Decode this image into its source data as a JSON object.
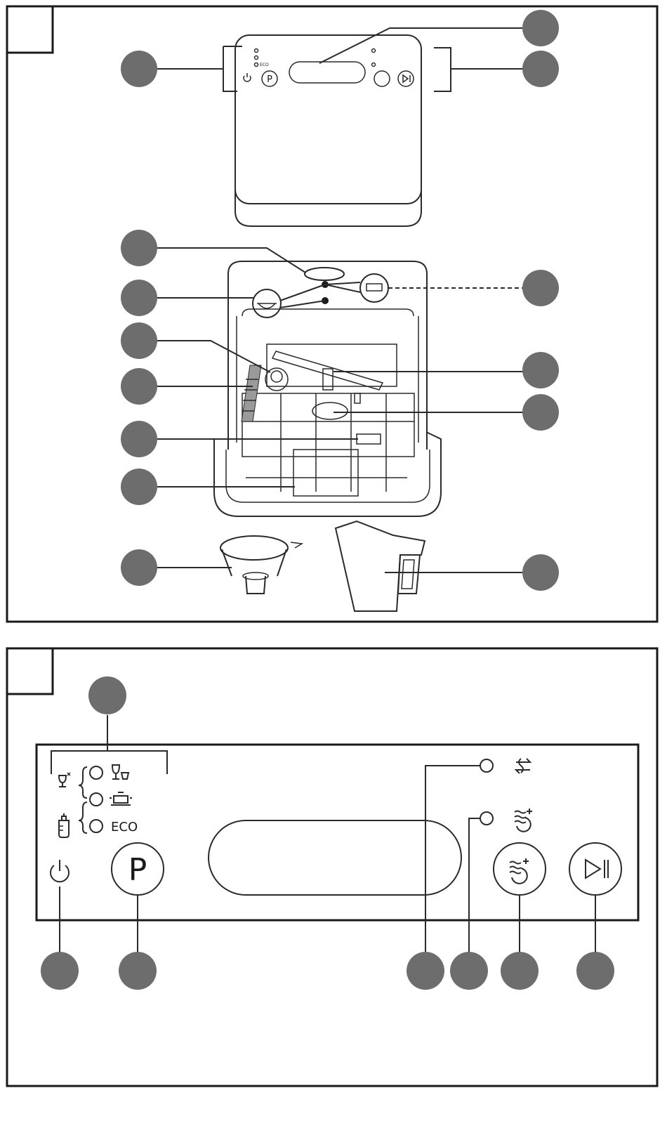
{
  "panel_b": {
    "label_eco": "ECO",
    "label_p": "P"
  },
  "panel_a": {
    "label_eco_small": "ECO",
    "label_p_small": "P"
  }
}
